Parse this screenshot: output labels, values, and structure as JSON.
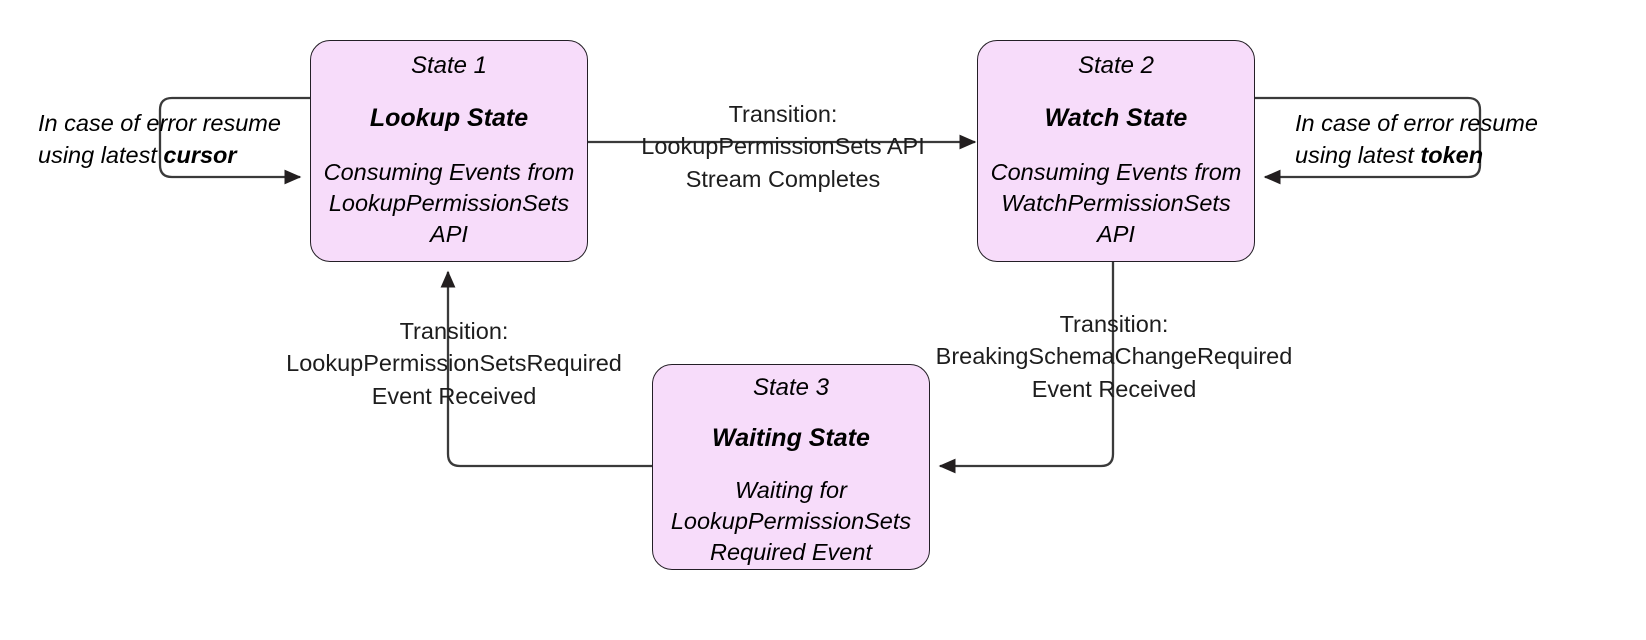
{
  "diagram": {
    "title_hidden": "",
    "accent_fill": "#f7dcfa",
    "accent_stroke": "#241f26",
    "edge_color": "#333333",
    "states": [
      {
        "id": "State 1",
        "title": "Lookup State",
        "description": "Consuming Events from\nLookupPermissionSets\nAPI"
      },
      {
        "id": "State 2",
        "title": "Watch State",
        "description": "Consuming Events from\nWatchPermissionSets\nAPI"
      },
      {
        "id": "State 3",
        "title": "Waiting State",
        "description": "Waiting for\nLookupPermissionSets\nRequired Event"
      }
    ],
    "transitions": [
      {
        "name": "lookup-to-watch",
        "label": "Transition:\nLookupPermissionSets API\nStream Completes"
      },
      {
        "name": "waiting-to-lookup",
        "label": "Transition:\nLookupPermissionSetsRequired\nEvent Received"
      },
      {
        "name": "watch-to-waiting",
        "label": "Transition:\nBreakingSchemaChangeRequired\nEvent Received"
      }
    ],
    "self_loops": [
      {
        "name": "lookup-error-loop",
        "line1": "In case of error resume",
        "line2_prefix": "using latest ",
        "line2_emphasis": "cursor"
      },
      {
        "name": "watch-error-loop",
        "line1": "In case of error resume",
        "line2_prefix": "using latest ",
        "line2_emphasis": "token"
      }
    ]
  }
}
